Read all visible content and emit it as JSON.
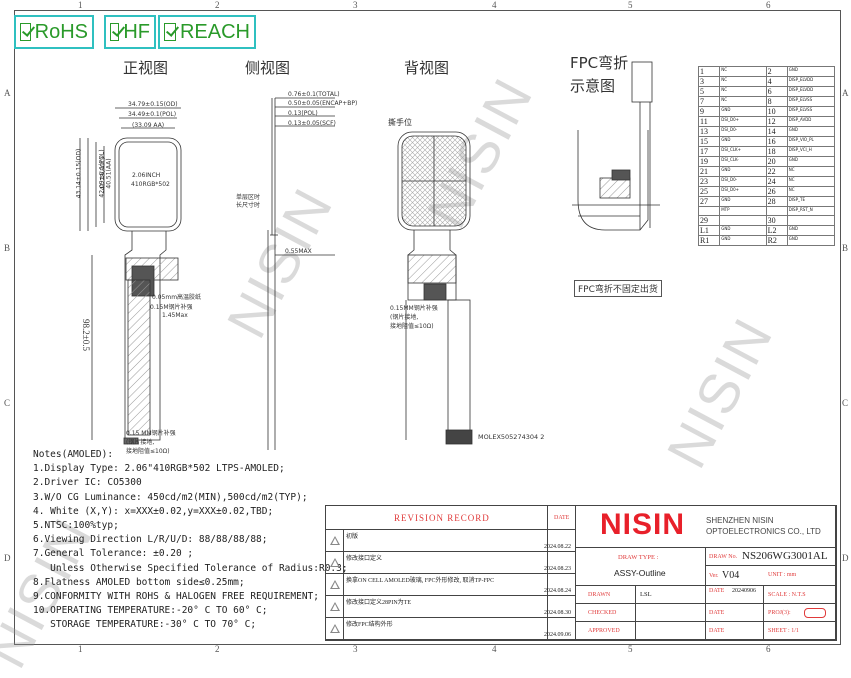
{
  "zones_top": [
    "1",
    "2",
    "3",
    "4",
    "5",
    "6"
  ],
  "zones_side": [
    "A",
    "B",
    "C",
    "D"
  ],
  "certs": [
    "RoHS",
    "HF",
    "REACH"
  ],
  "views": {
    "front": "正视图",
    "side": "侧视图",
    "back": "背视图",
    "fpc": "FPC弯折\n示意图"
  },
  "front_dims": [
    "34.79±0.15(OD)",
    "34.49±0.1(POL)",
    "(33.09 AA)",
    "2.06INCH",
    "410RGB*502",
    "40.51(AA)",
    "41.79(POL)",
    "42.09±0.1(POL)",
    "43.14±0.15(OD)",
    "98.2±0.5",
    "0.05mm高温胶纸",
    "0.15M钢片补强",
    "1.45Max",
    "0.15 MM钢片补强",
    "(钢片接地,",
    "接地阻值≤10Ω)"
  ],
  "side_dims": [
    "0.76±0.1(TOTAL)",
    "0.50±0.05(ENCAP+BP)",
    "0.13(POL)",
    "0.13±0.05(SCF)",
    "0.55MAX",
    "单层区时",
    "长尺寸时",
    "撕手位"
  ],
  "back_dims": [
    "0.15MM钢片补强",
    "(钢片接地,",
    "接地阻值≤10Ω)",
    "MOLEX505274304 2"
  ],
  "fpc_notes": [
    "FPC弯折不固定出货"
  ],
  "pins": [
    [
      "1",
      "NC",
      "2",
      "GND"
    ],
    [
      "3",
      "NC",
      "4",
      "DISP_ELVDD"
    ],
    [
      "5",
      "NC",
      "6",
      "DISP_ELVDD"
    ],
    [
      "7",
      "NC",
      "8",
      "DISP_ELVSS"
    ],
    [
      "9",
      "GND",
      "10",
      "DISP_ELVSS"
    ],
    [
      "11",
      "DSI_D0+",
      "12",
      "DISP_AVDD"
    ],
    [
      "13",
      "DSI_D0-",
      "14",
      "GND"
    ],
    [
      "15",
      "GND",
      "16",
      "DISP_VIO_PL"
    ],
    [
      "17",
      "DSI_CLK+",
      "18",
      "DISP_VCI_H"
    ],
    [
      "19",
      "DSI_CLK-",
      "20",
      "GND"
    ],
    [
      "21",
      "GND",
      "22",
      "NC"
    ],
    [
      "23",
      "DSI_D0-",
      "24",
      "NC"
    ],
    [
      "25",
      "DSI_D0+",
      "26",
      "NC"
    ],
    [
      "27",
      "GND",
      "28",
      "DISP_TE"
    ],
    [
      "",
      "MTP",
      "",
      "DISP_RST_N"
    ],
    [
      "29",
      "",
      "30",
      ""
    ],
    [
      "L1",
      "GND",
      "L2",
      "GND"
    ],
    [
      "R1",
      "GND",
      "R2",
      "GND"
    ]
  ],
  "notes_title": "Notes(AMOLED):",
  "notes": [
    "1.Display Type: 2.06\"410RGB*502 LTPS-AMOLED;",
    "2.Driver IC: CO5300",
    "3.W/O CG Luminance: 450cd/m2(MIN),500cd/m2(TYP);",
    "4. White (X,Y): x=XXX±0.02,y=XXX±0.02,TBD;",
    "5.NTSC:100%typ;",
    "6.Viewing Direction L/R/U/D: 88/88/88/88;",
    "7.General Tolerance: ±0.20 ;",
    "   Unless Otherwise Specified Tolerance of Radius:R0.3;",
    "8.Flatness AMOLED bottom side≤0.25mm;",
    "9.CONFORMITY WITH ROHS & HALOGEN FREE REQUIREMENT;",
    "10.OPERATING TEMPERATURE:-20° C TO 60° C;",
    "   STORAGE TEMPERATURE:-30° C TO 70° C;"
  ],
  "revision": {
    "title": "REVISION RECORD",
    "date_header": "DATE",
    "rows": [
      {
        "text": "初版",
        "date": "2024.08.22"
      },
      {
        "text": "修改接口定义",
        "date": "2024.08.23"
      },
      {
        "text": "换拿ON CELL AMOLED玻璃, FPC外形修改, 取消TP-FPC",
        "date": "2024.08.24"
      },
      {
        "text": "修改接口定义28PIN为TE",
        "date": "2024.08.30"
      },
      {
        "text": "修改FPC结构外形",
        "date": "2024.09.06"
      }
    ]
  },
  "company": {
    "logo": "NISIN",
    "line1": "SHENZHEN NISIN",
    "line2": "OPTOELECTRONICS CO., LTD"
  },
  "title_block": {
    "draw_type_label": "DRAW TYPE :",
    "draw_type": "ASSY-Outline",
    "draw_no_label": "DRAW No.",
    "draw_no": "NS206WG3001AL",
    "ver_label": "Ver.",
    "ver": "V04",
    "drawn": "DRAWN",
    "drawn_by": "LSL",
    "checked": "CHECKED",
    "approved": "APPROVED",
    "date": "DATE",
    "date_val": "20240906",
    "scale": "SCALE : N.T.S",
    "unit": "UNIT : mm",
    "proj": "PROJ(3):",
    "sheet": "SHEET : 1/1"
  },
  "watermark": "NISIN",
  "colors": {
    "accent": "#e03a3a",
    "badge_border": "#2fc0c0",
    "badge_text": "#2a9a2a",
    "logo": "#e8202a"
  }
}
